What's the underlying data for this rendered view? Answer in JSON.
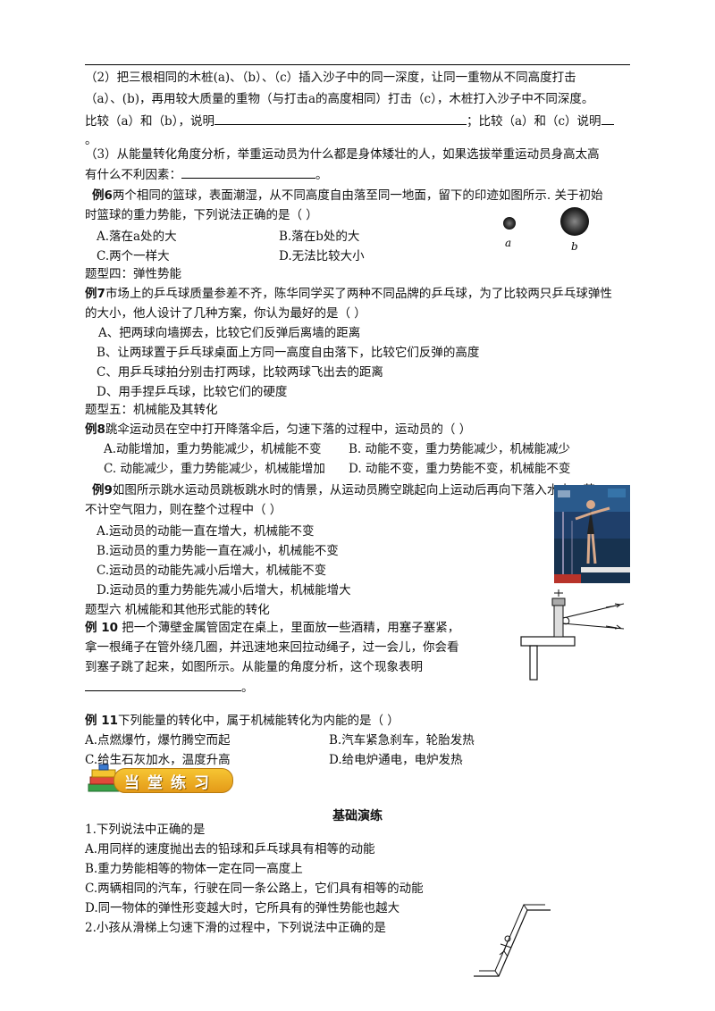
{
  "l1": "（2）把三根相同的木桩(a)、（b）、（c）插入沙子中的同一深度，让同一重物从不同高度打击",
  "l2": "（a）、(b)，再用较大质量的重物（与打击a的高度相同）打击（c），木桩打入沙子中不同深度。",
  "l3a": "比较（a）和（b），说明",
  "l3b": "；比较（a）和（c）说明",
  "l4": "。",
  "l5": "（3）从能量转化角度分析，举重运动员为什么都是身体矮壮的人，如果选拔举重运动员身高太高",
  "l6a": "有什么不利因素：",
  "l6b": "。",
  "ex6_label": "例6",
  "ex6_l1": "两个相同的篮球，表面潮湿，从不同高度自由落至同一地面，留下的印迹如图所示. 关于初始",
  "ex6_l2": "时篮球的重力势能，下列说法正确的是（    ）",
  "ex6_A": "A.落在a处的大",
  "ex6_B": "B.落在b处的大",
  "ex6_C": "C.两个一样大",
  "ex6_D": "D.无法比较大小",
  "fig6_a": "a",
  "fig6_b": "b",
  "topic4": "题型四：弹性势能",
  "ex7_label": "例7",
  "ex7_l1": "市场上的乒乓球质量参差不齐，陈华同学买了两种不同品牌的乒乓球，为了比较两只乒乓球弹性",
  "ex7_l2": "的大小，他人设计了几种方案，你认为最好的是（      ）",
  "ex7_A": "A、把两球向墙掷去，比较它们反弹后离墙的距离",
  "ex7_B": "B、让两球置于乒乓球桌面上方同一高度自由落下，比较它们反弹的高度",
  "ex7_C": "C、用乒乓球拍分别击打两球，比较两球飞出去的距离",
  "ex7_D": "D、用手捏乒乓球，比较它们的硬度",
  "topic5": "题型五：机械能及其转化",
  "ex8_label": "例8",
  "ex8_l1": "跳伞运动员在空中打开降落伞后，匀速下落的过程中，运动员的（      ）",
  "ex8_A": "A.动能增加，重力势能减少，机械能不变",
  "ex8_B": "B.  动能不变，重力势能减少，机械能减少",
  "ex8_C": "C.  动能减少，重力势能减少，机械能增加",
  "ex8_D": "D.  动能不变，重力势能不变，机械能不变",
  "ex9_label": "例9",
  "ex9_l1": "如图所示跳水运动员跳板跳水时的情景，从运动员腾空跳起向上运动后再向下落入水中，若",
  "ex9_l2": "不计空气阻力，则在整个过程中（      ）",
  "ex9_A": "A.运动员的动能一直在增大，机械能不变",
  "ex9_B": "B.运动员的重力势能一直在减小，机械能不变",
  "ex9_C": "C.运动员的动能先减小后增大，机械能不变",
  "ex9_D": "D.运动员的重力势能先减小后增大，机械能增大",
  "topic6": "题型六    机械能和其他形式能的转化",
  "ex10_label": "例 10",
  "ex10_l1": "把一个薄壁金属管固定在桌上，里面放一些酒精，用塞子塞紧，",
  "ex10_l2": "拿一根绳子在管外绕几圈，并迅速地来回拉动绳子，过一会儿，你会看",
  "ex10_l3": "到塞子跳了起来，如图所示。从能量的角度分析，这个现象表明",
  "ex10_l4": "。",
  "ex11_label": "例 11",
  "ex11_l1": "下列能量的转化中，属于机械能转化为内能的是（      ）",
  "ex11_A": "A.点燃爆竹，爆竹腾空而起",
  "ex11_B": "B.汽车紧急刹车，轮胎发热",
  "ex11_C": "C.给生石灰加水，温度升高",
  "ex11_D": "D.给电炉通电，电炉发热",
  "banner": "当堂练习",
  "section_title": "基础演练",
  "q1": "1.下列说法中正确的是",
  "q1_A": "A.用同样的速度抛出去的铅球和乒乓球具有相等的动能",
  "q1_B": "B.重力势能相等的物体一定在同一高度上",
  "q1_C": "C.两辆相同的汽车，行驶在同一条公路上，它们具有相等的动能",
  "q1_D": "D.同一物体的弹性形变越大时，它所具有的弹性势能也越大",
  "q2": "2.小孩从滑梯上匀速下滑的过程中，下列说法中正确的是",
  "colors": {
    "banner_gold": "#f0b52a",
    "text": "#111111"
  }
}
